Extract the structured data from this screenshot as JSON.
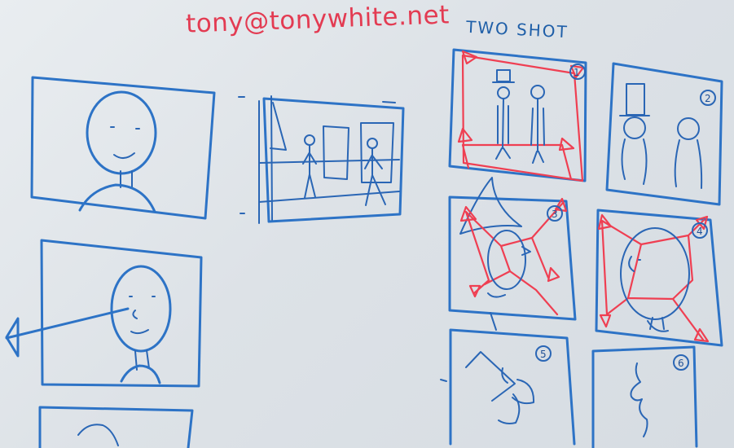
{
  "header": {
    "email": "tony@tonywhite.net",
    "section_title": "TWO SHOT"
  },
  "panel_numbers": [
    "1",
    "2",
    "3",
    "4",
    "5",
    "6"
  ],
  "colors": {
    "board": "#dfe3e8",
    "ink_blue": "#2d73c6",
    "ink_red": "#ef3f52"
  },
  "icons": {
    "camera_marker": "triangle-eye-icon",
    "face_sketch": "face-icon",
    "figure_sketch": "stick-figure-icon"
  }
}
